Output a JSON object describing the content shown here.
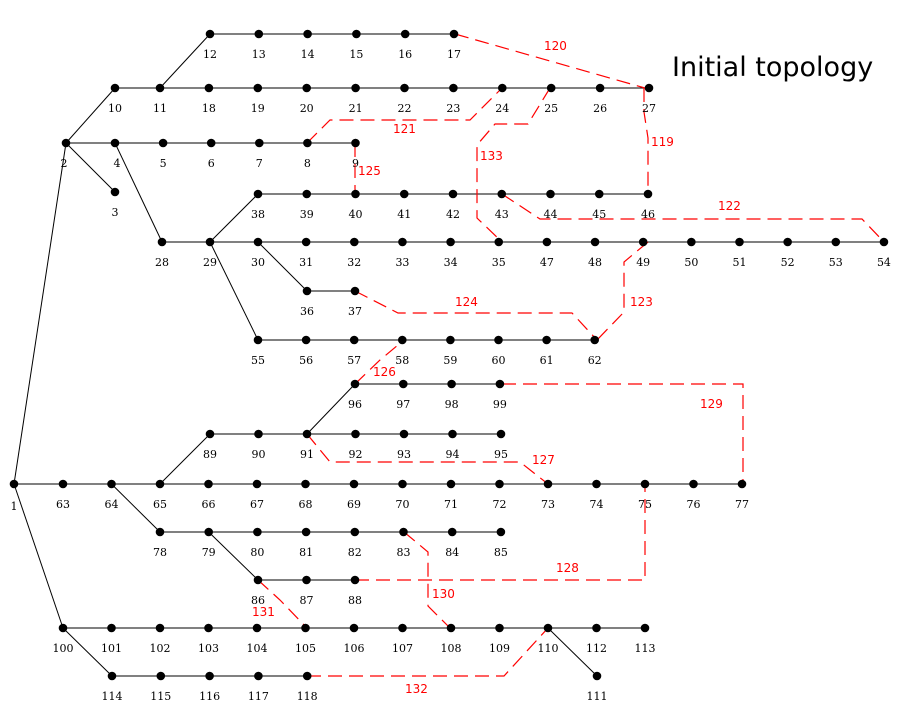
{
  "title": "Initial topology",
  "colors": {
    "line": "#000000",
    "node": "#000000",
    "tie": "#ff0000"
  },
  "nodes": [
    "1",
    "2",
    "3",
    "4",
    "5",
    "6",
    "7",
    "8",
    "9",
    "10",
    "11",
    "12",
    "13",
    "14",
    "15",
    "16",
    "17",
    "18",
    "19",
    "20",
    "21",
    "22",
    "23",
    "24",
    "25",
    "26",
    "27",
    "28",
    "29",
    "30",
    "31",
    "32",
    "33",
    "34",
    "35",
    "36",
    "37",
    "38",
    "39",
    "40",
    "41",
    "42",
    "43",
    "44",
    "45",
    "46",
    "47",
    "48",
    "49",
    "50",
    "51",
    "52",
    "53",
    "54",
    "55",
    "56",
    "57",
    "58",
    "59",
    "60",
    "61",
    "62",
    "63",
    "64",
    "65",
    "66",
    "67",
    "68",
    "69",
    "70",
    "71",
    "72",
    "73",
    "74",
    "75",
    "76",
    "77",
    "78",
    "79",
    "80",
    "81",
    "82",
    "83",
    "84",
    "85",
    "86",
    "87",
    "88",
    "89",
    "90",
    "91",
    "92",
    "93",
    "94",
    "95",
    "96",
    "97",
    "98",
    "99",
    "100",
    "101",
    "102",
    "103",
    "104",
    "105",
    "106",
    "107",
    "108",
    "109",
    "110",
    "111",
    "112",
    "113",
    "114",
    "115",
    "116",
    "117",
    "118"
  ],
  "edges": [
    [
      "1",
      "2"
    ],
    [
      "2",
      "10"
    ],
    [
      "10",
      "11"
    ],
    [
      "11",
      "12"
    ],
    [
      "12",
      "13"
    ],
    [
      "13",
      "14"
    ],
    [
      "14",
      "15"
    ],
    [
      "15",
      "16"
    ],
    [
      "16",
      "17"
    ],
    [
      "11",
      "18"
    ],
    [
      "18",
      "19"
    ],
    [
      "19",
      "20"
    ],
    [
      "20",
      "21"
    ],
    [
      "21",
      "22"
    ],
    [
      "22",
      "23"
    ],
    [
      "23",
      "24"
    ],
    [
      "24",
      "25"
    ],
    [
      "25",
      "26"
    ],
    [
      "26",
      "27"
    ],
    [
      "2",
      "4"
    ],
    [
      "4",
      "5"
    ],
    [
      "5",
      "6"
    ],
    [
      "6",
      "7"
    ],
    [
      "7",
      "8"
    ],
    [
      "8",
      "9"
    ],
    [
      "2",
      "3"
    ],
    [
      "4",
      "28"
    ],
    [
      "28",
      "29"
    ],
    [
      "29",
      "38"
    ],
    [
      "38",
      "39"
    ],
    [
      "39",
      "40"
    ],
    [
      "40",
      "41"
    ],
    [
      "41",
      "42"
    ],
    [
      "42",
      "43"
    ],
    [
      "43",
      "44"
    ],
    [
      "44",
      "45"
    ],
    [
      "45",
      "46"
    ],
    [
      "29",
      "30"
    ],
    [
      "30",
      "31"
    ],
    [
      "31",
      "32"
    ],
    [
      "32",
      "33"
    ],
    [
      "33",
      "34"
    ],
    [
      "34",
      "35"
    ],
    [
      "35",
      "47"
    ],
    [
      "47",
      "48"
    ],
    [
      "48",
      "49"
    ],
    [
      "49",
      "50"
    ],
    [
      "50",
      "51"
    ],
    [
      "51",
      "52"
    ],
    [
      "52",
      "53"
    ],
    [
      "53",
      "54"
    ],
    [
      "30",
      "36"
    ],
    [
      "36",
      "37"
    ],
    [
      "29",
      "55"
    ],
    [
      "55",
      "56"
    ],
    [
      "56",
      "57"
    ],
    [
      "57",
      "58"
    ],
    [
      "58",
      "59"
    ],
    [
      "59",
      "60"
    ],
    [
      "60",
      "61"
    ],
    [
      "61",
      "62"
    ],
    [
      "1",
      "63"
    ],
    [
      "63",
      "64"
    ],
    [
      "64",
      "65"
    ],
    [
      "65",
      "66"
    ],
    [
      "66",
      "67"
    ],
    [
      "67",
      "68"
    ],
    [
      "68",
      "69"
    ],
    [
      "69",
      "70"
    ],
    [
      "70",
      "71"
    ],
    [
      "71",
      "72"
    ],
    [
      "72",
      "73"
    ],
    [
      "73",
      "74"
    ],
    [
      "74",
      "75"
    ],
    [
      "75",
      "76"
    ],
    [
      "76",
      "77"
    ],
    [
      "65",
      "89"
    ],
    [
      "89",
      "90"
    ],
    [
      "90",
      "91"
    ],
    [
      "91",
      "92"
    ],
    [
      "92",
      "93"
    ],
    [
      "93",
      "94"
    ],
    [
      "94",
      "95"
    ],
    [
      "91",
      "96"
    ],
    [
      "96",
      "97"
    ],
    [
      "97",
      "98"
    ],
    [
      "98",
      "99"
    ],
    [
      "64",
      "78"
    ],
    [
      "78",
      "79"
    ],
    [
      "79",
      "80"
    ],
    [
      "80",
      "81"
    ],
    [
      "81",
      "82"
    ],
    [
      "82",
      "83"
    ],
    [
      "83",
      "84"
    ],
    [
      "84",
      "85"
    ],
    [
      "79",
      "86"
    ],
    [
      "86",
      "87"
    ],
    [
      "87",
      "88"
    ],
    [
      "1",
      "100"
    ],
    [
      "100",
      "101"
    ],
    [
      "101",
      "102"
    ],
    [
      "102",
      "103"
    ],
    [
      "103",
      "104"
    ],
    [
      "104",
      "105"
    ],
    [
      "105",
      "106"
    ],
    [
      "106",
      "107"
    ],
    [
      "107",
      "108"
    ],
    [
      "108",
      "109"
    ],
    [
      "109",
      "110"
    ],
    [
      "110",
      "112"
    ],
    [
      "112",
      "113"
    ],
    [
      "110",
      "111"
    ],
    [
      "100",
      "114"
    ],
    [
      "114",
      "115"
    ],
    [
      "115",
      "116"
    ],
    [
      "116",
      "117"
    ],
    [
      "117",
      "118"
    ]
  ],
  "tie_lines": [
    {
      "label": "119",
      "from": "27",
      "to": "46"
    },
    {
      "label": "120",
      "from": "17",
      "to": "27"
    },
    {
      "label": "121",
      "from": "8",
      "to": "24"
    },
    {
      "label": "122",
      "from": "43",
      "to": "54"
    },
    {
      "label": "123",
      "from": "49",
      "to": "62"
    },
    {
      "label": "124",
      "from": "37",
      "to": "62"
    },
    {
      "label": "125",
      "from": "9",
      "to": "40"
    },
    {
      "label": "126",
      "from": "57",
      "to": "58"
    },
    {
      "label": "127",
      "from": "91",
      "to": "73"
    },
    {
      "label": "128",
      "from": "88",
      "to": "75"
    },
    {
      "label": "129",
      "from": "99",
      "to": "77"
    },
    {
      "label": "130",
      "from": "83",
      "to": "108"
    },
    {
      "label": "131",
      "from": "86",
      "to": "105"
    },
    {
      "label": "132",
      "from": "118",
      "to": "110"
    },
    {
      "label": "133",
      "from": "25",
      "to": "35"
    }
  ]
}
